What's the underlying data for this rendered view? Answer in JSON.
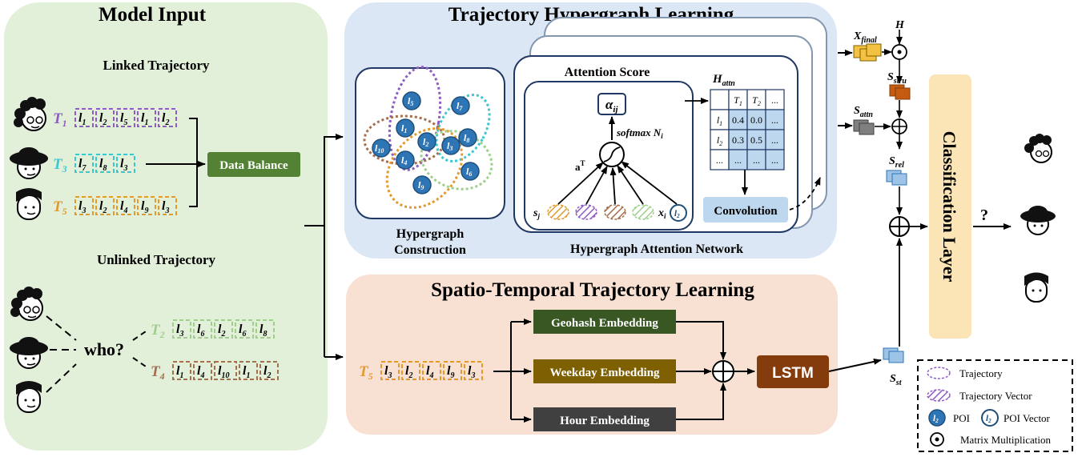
{
  "model_input": {
    "title": "Model Input",
    "linked_title": "Linked Trajectory",
    "unlinked_title": "Unlinked Trajectory",
    "linked": [
      {
        "name": "T",
        "sub": "1",
        "color": "#8e5cc4",
        "pois": [
          [
            "l",
            "1"
          ],
          [
            "l",
            "2"
          ],
          [
            "l",
            "5"
          ],
          [
            "l",
            "1"
          ],
          [
            "l",
            "2"
          ]
        ]
      },
      {
        "name": "T",
        "sub": "3",
        "color": "#3cc7cf",
        "pois": [
          [
            "l",
            "7"
          ],
          [
            "l",
            "8"
          ],
          [
            "l",
            "3"
          ]
        ]
      },
      {
        "name": "T",
        "sub": "5",
        "color": "#e39a2d",
        "pois": [
          [
            "l",
            "3"
          ],
          [
            "l",
            "2"
          ],
          [
            "l",
            "4"
          ],
          [
            "l",
            "9"
          ],
          [
            "l",
            "3"
          ]
        ]
      }
    ],
    "unlinked": [
      {
        "name": "T",
        "sub": "2",
        "color": "#9fcf8d",
        "pois": [
          [
            "l",
            "3"
          ],
          [
            "l",
            "6"
          ],
          [
            "l",
            "2"
          ],
          [
            "l",
            "6"
          ],
          [
            "l",
            "8"
          ]
        ]
      },
      {
        "name": "T",
        "sub": "4",
        "color": "#a5704e",
        "pois": [
          [
            "l",
            "1"
          ],
          [
            "l",
            "4"
          ],
          [
            "l",
            "10"
          ],
          [
            "l",
            "1"
          ],
          [
            "l",
            "2"
          ]
        ]
      }
    ],
    "data_balance": "Data Balance",
    "who": "who?"
  },
  "hypergraph": {
    "title": "Trajectory Hypergraph Learning",
    "construction_label_1": "Hypergraph",
    "construction_label_2": "Construction",
    "nodes": [
      "5",
      "7",
      "1",
      "2",
      "3",
      "8",
      "10",
      "4",
      "6",
      "9"
    ],
    "attention_score": "Attention Score",
    "alpha": "α",
    "alpha_sub": "ij",
    "softmax": "softmax N",
    "softmax_sub": "i",
    "aT": "a",
    "aT_sup": "T",
    "s_j": "s",
    "s_j_sub": "j",
    "x_i": "x",
    "x_i_sub": "i",
    "x_i_poi": "l",
    "x_i_poi_sub": "2",
    "h_attn": "H",
    "h_attn_sub": "attn",
    "matrix_header": [
      "T1",
      "T2",
      "..."
    ],
    "matrix_rows": [
      {
        "label": "l1",
        "vals": [
          "0.4",
          "0.0",
          "..."
        ]
      },
      {
        "label": "l2",
        "vals": [
          "0.3",
          "0.5",
          "..."
        ]
      },
      {
        "label": "...",
        "vals": [
          "...",
          "...",
          "..."
        ]
      }
    ],
    "convolution": "Convolution",
    "network_label": "Hypergraph Attention Network"
  },
  "spatio": {
    "title": "Spatio-Temporal Trajectory Learning",
    "traj_name": "T",
    "traj_sub": "5",
    "traj_pois": [
      [
        "l",
        "3"
      ],
      [
        "l",
        "2"
      ],
      [
        "l",
        "4"
      ],
      [
        "l",
        "9"
      ],
      [
        "l",
        "3"
      ]
    ],
    "geohash": "Geohash Embedding",
    "weekday": "Weekday Embedding",
    "hour": "Hour Embedding",
    "lstm": "LSTM"
  },
  "fusion": {
    "x_final": "X",
    "x_final_sub": "final",
    "h": "H",
    "s_stru": "S",
    "s_stru_sub": "stru",
    "s_attn": "S",
    "s_attn_sub": "attn",
    "s_rel": "S",
    "s_rel_sub": "rel",
    "s_st": "S",
    "s_st_sub": "st"
  },
  "classification": {
    "label": "Classification  Layer",
    "question": "?"
  },
  "legend": {
    "trajectory": "Trajectory",
    "trajectory_vector": "Trajectory Vector",
    "poi": "POI",
    "poi_vector": "POI Vector",
    "matrix_mult": "Matrix Multiplication",
    "poi_icon": "l",
    "poi_icon_sub": "2"
  },
  "colors": {
    "green_panel": "#e2efd9",
    "blue_panel": "#dbe7f4",
    "orange_panel": "#f8e1d2",
    "classification": "#fbe5b6",
    "data_balance": "#548235",
    "geohash": "#385723",
    "weekday": "#7f6000",
    "hour": "#404040",
    "lstm": "#843c0c",
    "poi_node": "#2e75b6",
    "matrix_cell": "#bdd7ee"
  }
}
